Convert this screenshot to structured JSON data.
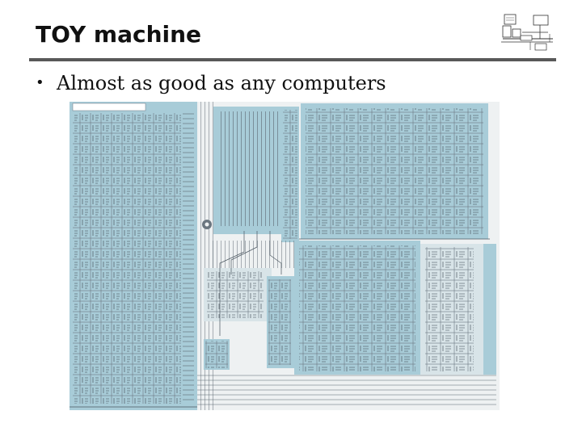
{
  "slide": {
    "title": "TOY machine",
    "bullets": [
      {
        "text": "Almost as good as any computers"
      }
    ]
  },
  "colors": {
    "background": "#ffffff",
    "title_text": "#111111",
    "rule": "#595959",
    "schematic_region": "#a8ccd8",
    "schematic_line": "#5a6670",
    "schematic_paper": "#eef1f2"
  },
  "images": {
    "thumbnail": "toy-architecture-block-diagram",
    "schematic": "toy-machine-circuit-schematic"
  }
}
